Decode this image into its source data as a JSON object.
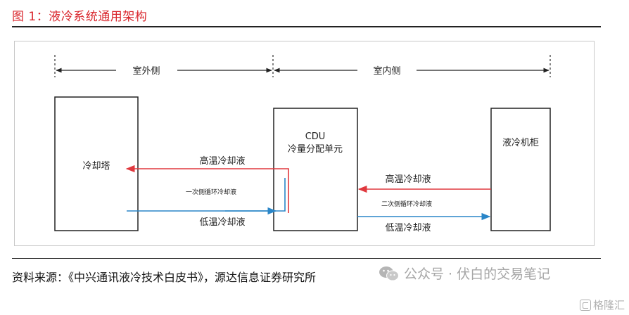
{
  "title": "图 1：液冷系统通用架构",
  "diagram": {
    "zones": {
      "outdoor": "室外侧",
      "indoor": "室内侧"
    },
    "boxes": {
      "tower": "冷却塔",
      "cdu_line1": "CDU",
      "cdu_line2": "冷量分配单元",
      "cabinet": "液冷机柜"
    },
    "flows": {
      "primary_hot": "高温冷却液",
      "primary_loop": "一次侧循环冷却液",
      "primary_cold": "低温冷却液",
      "secondary_hot": "高温冷却液",
      "secondary_loop": "二次侧循环冷却液",
      "secondary_cold": "低温冷却液"
    },
    "colors": {
      "hot": "#e0383e",
      "cold": "#2a86c8",
      "line": "#222222"
    }
  },
  "source": "资料来源：《中兴通讯液冷技术白皮书》，源达信息证券研究所",
  "watermark": "公众号 · 伏白的交易笔记",
  "badge": "格隆汇"
}
